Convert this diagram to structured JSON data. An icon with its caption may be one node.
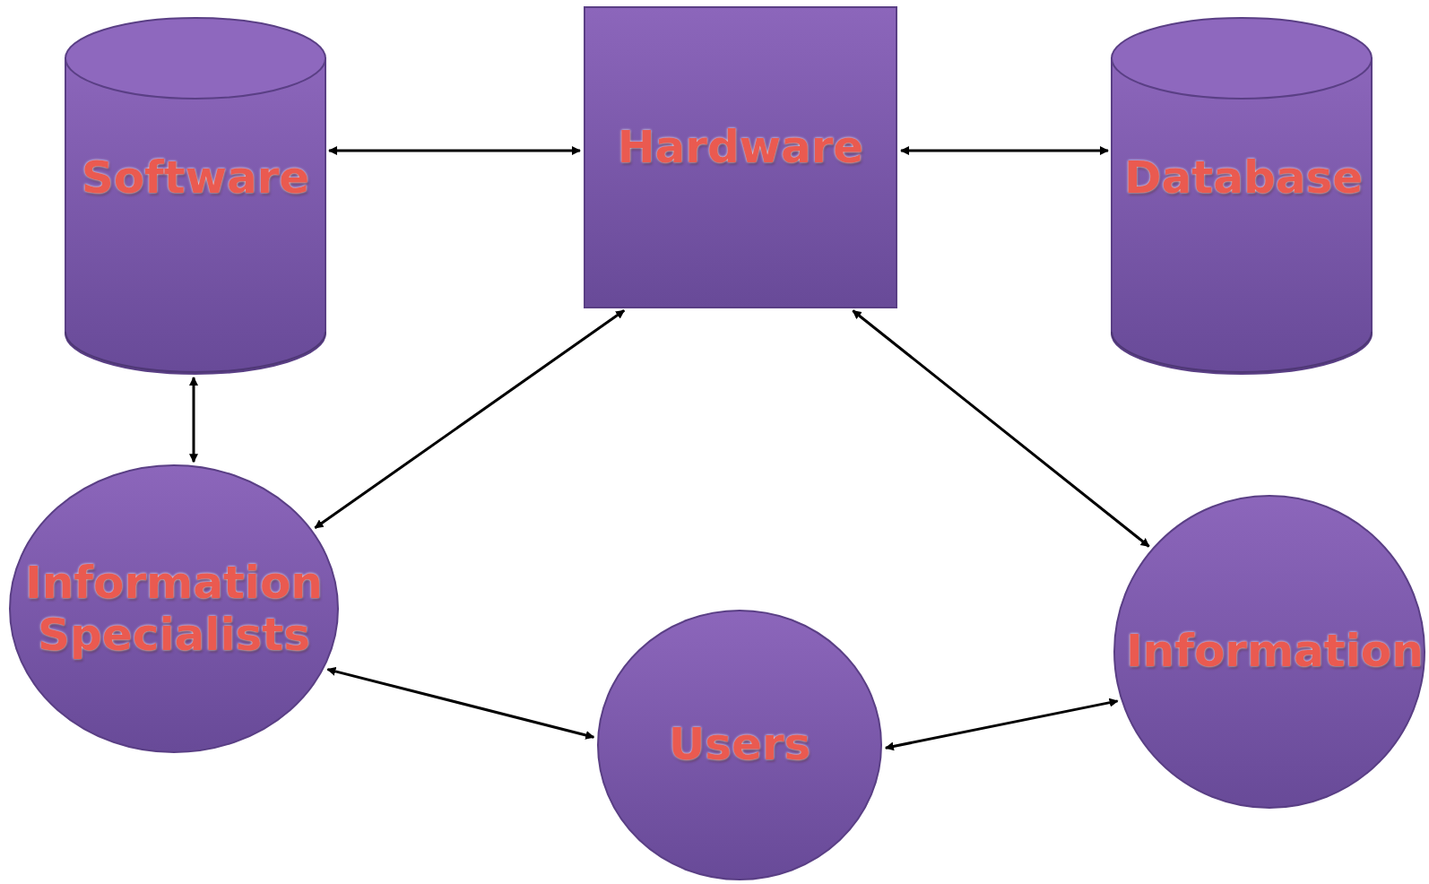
{
  "diagram": {
    "nodes": [
      {
        "text": [
          "Software"
        ]
      },
      {
        "text": [
          "Hardware"
        ]
      },
      {
        "text": [
          "Database"
        ]
      },
      {
        "text": [
          "Information Specialists"
        ]
      },
      {
        "text": [
          "Users"
        ]
      },
      {
        "text": [
          "Information"
        ]
      }
    ],
    "edges": [
      {
        "from": 0,
        "to": 1,
        "arrow": "both"
      },
      {
        "from": 1,
        "to": 2,
        "arrow": "both"
      },
      {
        "from": 0,
        "to": 3,
        "arrow": "both"
      },
      {
        "from": 1,
        "to": 3,
        "arrow": "both"
      },
      {
        "from": 1,
        "to": 5,
        "arrow": "both"
      },
      {
        "from": 3,
        "to": 4,
        "arrow": "both"
      },
      {
        "from": 4,
        "to": 5,
        "arrow": "both"
      }
    ]
  }
}
